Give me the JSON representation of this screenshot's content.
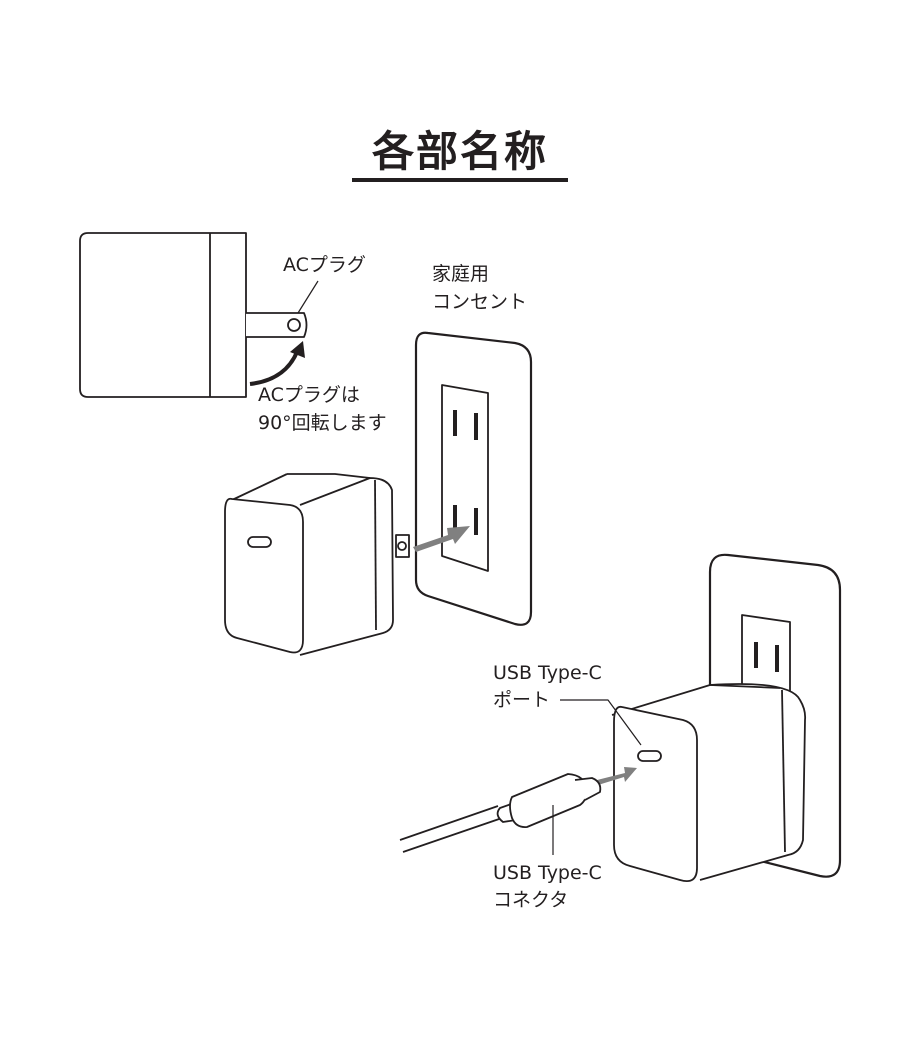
{
  "title": "各部名称",
  "labels": {
    "ac_plug": "ACプラグ",
    "ac_rotate_line1": "ACプラグは",
    "ac_rotate_line2": "90°回転します",
    "outlet_line1": "家庭用",
    "outlet_line2": "コンセント",
    "usb_port_line1": "USB Type-C",
    "usb_port_line2": "ポート",
    "usb_connector_line1": "USB Type-C",
    "usb_connector_line2": "コネクタ"
  },
  "colors": {
    "line": "#231f20",
    "arrow": "#808080"
  }
}
